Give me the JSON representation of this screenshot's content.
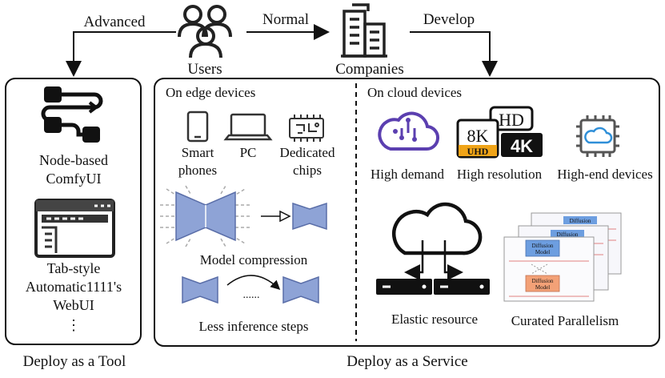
{
  "top": {
    "users_label": "Users",
    "companies_label": "Companies",
    "advanced_label": "Advanced",
    "normal_label": "Normal",
    "develop_label": "Develop"
  },
  "tool": {
    "node_based_line1": "Node-based",
    "node_based_line2": "ComfyUI",
    "tab_line1": "Tab-style",
    "tab_line2": "Automatic1111's",
    "tab_line3": "WebUI",
    "ellipsis": "⋮",
    "caption": "Deploy as a Tool"
  },
  "service": {
    "caption": "Deploy as a Service",
    "edge": {
      "title": "On edge devices",
      "smartphones_line1": "Smart",
      "smartphones_line2": "phones",
      "pc": "PC",
      "chips_line1": "Dedicated",
      "chips_line2": "chips",
      "model_compression": "Model compression",
      "dots": "......",
      "less_steps": "Less inference steps"
    },
    "cloud": {
      "title": "On cloud devices",
      "high_demand": "High demand",
      "high_resolution": "High resolution",
      "high_end": "High-end devices",
      "elastic": "Elastic resource",
      "parallelism": "Curated Parallelism",
      "badge_hd": "HD",
      "badge_8k": "8K",
      "badge_uhd": "UHD",
      "badge_4k": "4K",
      "diffusion": "Diffusion",
      "diffusion_model_line1": "Diffusion",
      "diffusion_model_line2": "Model"
    }
  },
  "colors": {
    "accent_purple": "#5b3fb0",
    "cloud_blue": "#2f8fd8",
    "uhd_gold": "#f0a418",
    "hourglass_blue": "#8ea3d6",
    "panel_blue": "#6d9ee0",
    "panel_orange": "#f3a177"
  }
}
